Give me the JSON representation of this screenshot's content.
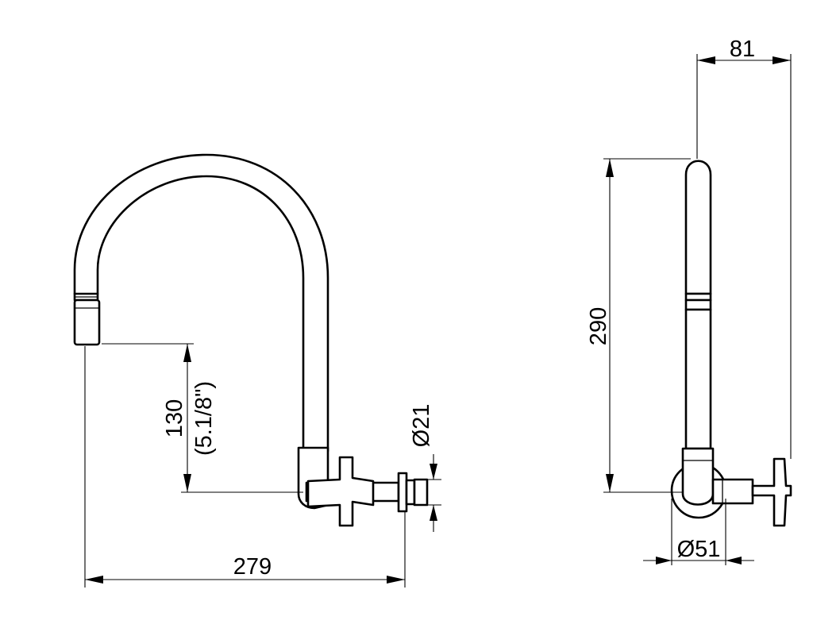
{
  "dimensions": {
    "spout_height": "130",
    "spout_height_inches": "(5.1/8\")",
    "pipe_diameter": "Ø21",
    "total_reach": "279",
    "side_depth": "81",
    "total_height": "290",
    "flange_diameter": "Ø51"
  }
}
